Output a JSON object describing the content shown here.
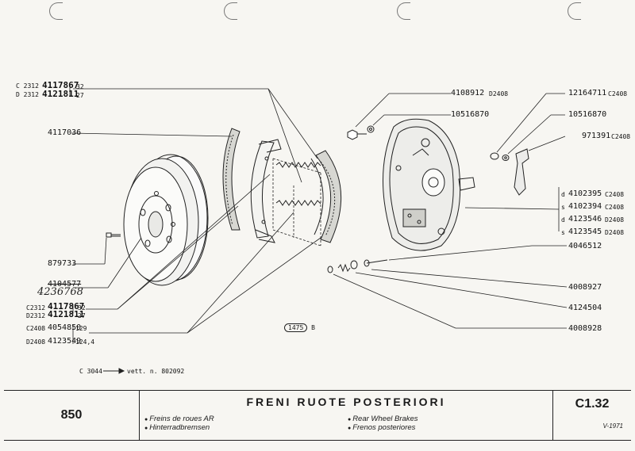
{
  "top_left": {
    "line1_variant": "C 2312",
    "line1_part": "4117867",
    "line1_qty": "32",
    "line2_variant": "D 2312",
    "line2_part": "4121811",
    "line2_qty": "27"
  },
  "left_labels": {
    "shoe_label": "4117036",
    "bolt_label": "879733",
    "drum_label_old": "4104577",
    "drum_label_handwritten": "4236768",
    "set_a_variant1": "C2312",
    "set_a_part1": "4117867",
    "set_a_qty1": "32",
    "set_a_variant2": "D2312",
    "set_a_part2": "4121811",
    "set_a_qty2": "27",
    "set_b_variant1": "C2408",
    "set_b_part1": "4054850",
    "set_b_qty1": "129",
    "set_b_variant2": "D2408",
    "set_b_part2": "4123549",
    "set_b_qty2": "124,4",
    "vett_prefix": "C 3044",
    "vett_text": "vett. n. 802092"
  },
  "right_labels": {
    "screw_part": "4108912",
    "screw_variant": "D2408",
    "washer_part": "10516870",
    "nut_part": "12164711",
    "nut_variant": "C2408",
    "washer2_part": "10516870",
    "bracket_part": "971391",
    "bracket_variant": "C2408",
    "plate_parts": [
      {
        "side": "d",
        "part": "4102395",
        "variant": "C2408"
      },
      {
        "side": "s",
        "part": "4102394",
        "variant": "C2408"
      },
      {
        "side": "d",
        "part": "4123546",
        "variant": "D2408"
      },
      {
        "side": "s",
        "part": "4123545",
        "variant": "D2408"
      }
    ],
    "pin_part": "4046512",
    "spring_part": "4008927",
    "cup_part": "4124504",
    "clip_part": "4008928"
  },
  "stamp": {
    "ref": "1475",
    "letter": "B"
  },
  "footer": {
    "model": "850",
    "title": "FRENI RUOTE POSTERIORI",
    "fr": "Freins de roues AR",
    "de": "Hinterradbremsen",
    "en": "Rear Wheel Brakes",
    "es": "Frenos posteriores",
    "code": "C1.32",
    "date": "V-1971"
  }
}
